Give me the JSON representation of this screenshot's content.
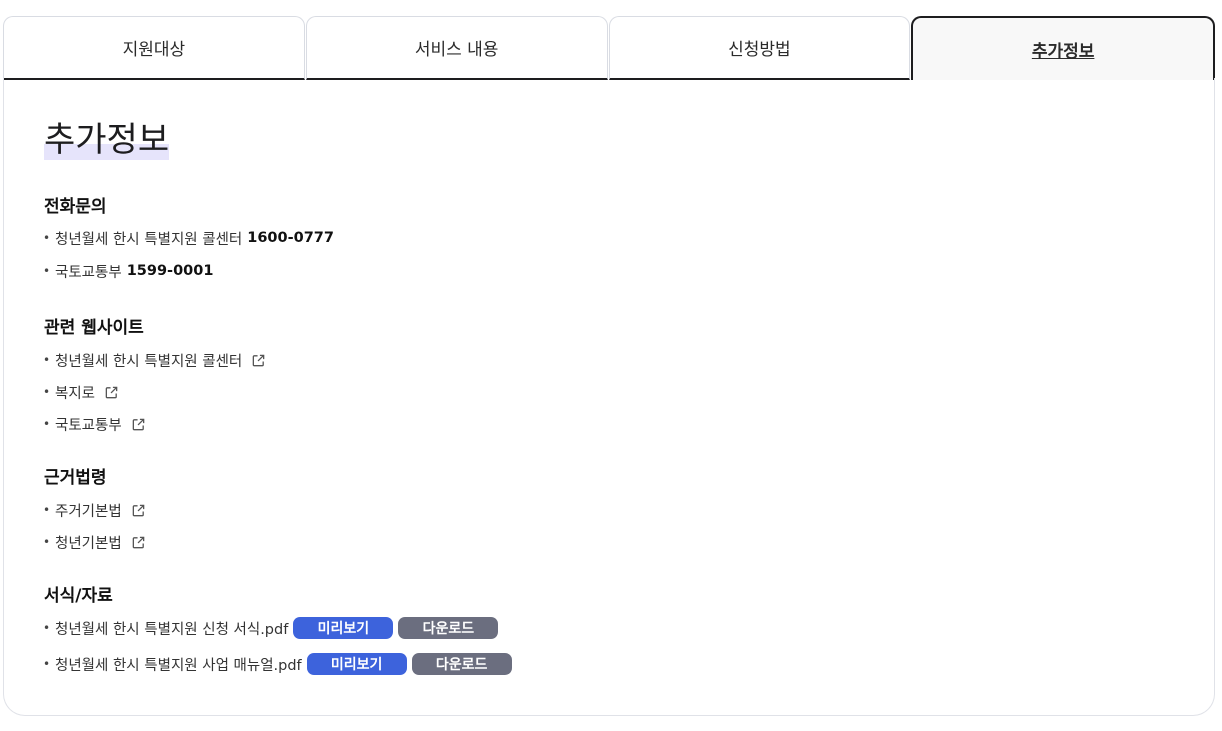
{
  "tabs": [
    {
      "label": "지원대상",
      "active": false
    },
    {
      "label": "서비스 내용",
      "active": false
    },
    {
      "label": "신청방법",
      "active": false
    },
    {
      "label": "추가정보",
      "active": true
    }
  ],
  "title": "추가정보",
  "sections": {
    "phone": {
      "title": "전화문의",
      "items": [
        {
          "label": "청년월세 한시 특별지원 콜센터",
          "number": "1600-0777"
        },
        {
          "label": "국토교통부",
          "number": "1599-0001"
        }
      ]
    },
    "websites": {
      "title": "관련 웹사이트",
      "items": [
        {
          "label": "청년월세 한시 특별지원 콜센터"
        },
        {
          "label": "복지로"
        },
        {
          "label": "국토교통부"
        }
      ]
    },
    "laws": {
      "title": "근거법령",
      "items": [
        {
          "label": "주거기본법"
        },
        {
          "label": "청년기본법"
        }
      ]
    },
    "forms": {
      "title": "서식/자료",
      "items": [
        {
          "label": "청년월세 한시 특별지원 신청 서식.pdf",
          "preview": "미리보기",
          "download": "다운로드"
        },
        {
          "label": "청년월세 한시 특별지원 사업 매뉴얼.pdf",
          "preview": "미리보기",
          "download": "다운로드"
        }
      ]
    }
  },
  "icons": {
    "external": "external-link-icon",
    "bullet": "bullet-dot"
  },
  "colors": {
    "accent": "#3d63dc",
    "download": "#6b6e7f",
    "highlight": "#e6e4fb"
  }
}
